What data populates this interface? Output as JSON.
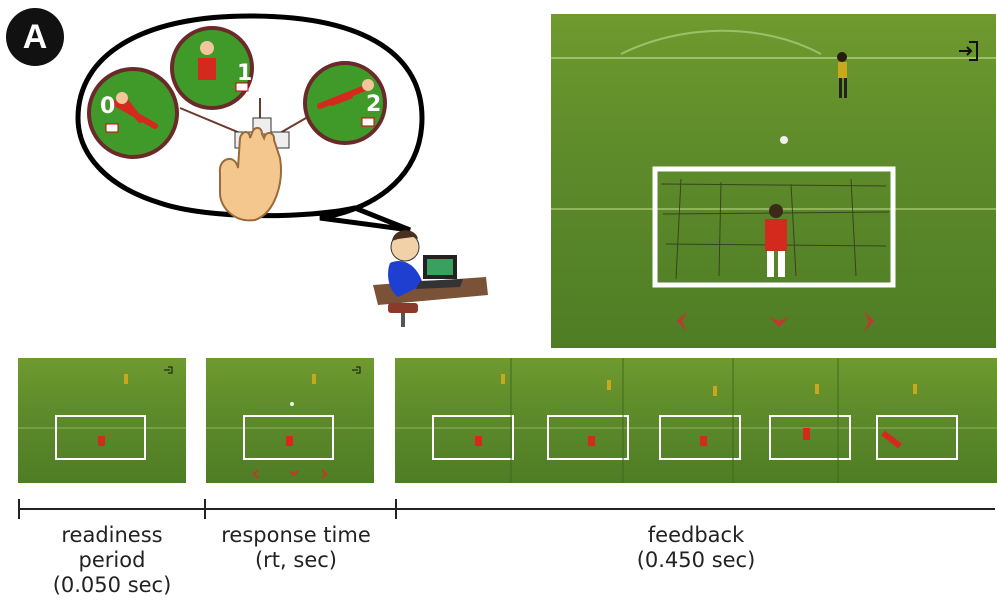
{
  "panel_label": "A",
  "choices": [
    {
      "number": "0",
      "direction": "left"
    },
    {
      "number": "1",
      "direction": "center"
    },
    {
      "number": "2",
      "direction": "right"
    }
  ],
  "icons": [
    "exit-icon",
    "left-arrow-icon",
    "down-arrow-icon",
    "right-arrow-icon"
  ],
  "timeline": [
    {
      "name": "readiness",
      "lines": [
        "readiness",
        "period",
        "(0.050 sec)"
      ]
    },
    {
      "name": "response",
      "lines": [
        "response time",
        "(rt, sec)"
      ]
    },
    {
      "name": "feedback",
      "lines": [
        "feedback",
        "(0.450 sec)"
      ]
    }
  ],
  "colors": {
    "grass": "#5d8a2a",
    "keeper_shirt": "#d42a1e",
    "arrow": "#c0392b",
    "badge": "#111111"
  }
}
